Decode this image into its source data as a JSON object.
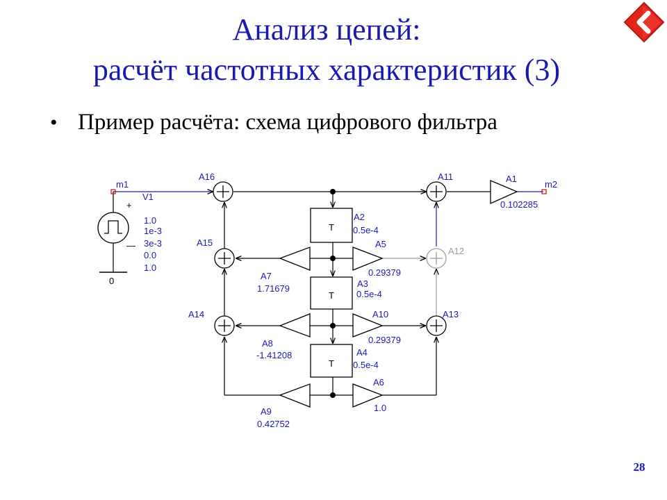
{
  "title": {
    "line1": "Анализ цепей:",
    "line2": "расчёт частотных характеристик (3)"
  },
  "bullet": {
    "glyph": "•",
    "text": "Пример расчёта: схема цифрового фильтра"
  },
  "page_number": "28",
  "back_button": {
    "icon": "chevron-left-icon",
    "color": "#e3241b"
  },
  "colors": {
    "title": "#1a1ab0",
    "wire_blue": "#1a1ab0",
    "node_red": "#cc1111",
    "faded": "#9a9a9a"
  },
  "circuit": {
    "nets": {
      "m1": "m1",
      "m2": "m2",
      "ground": "0"
    },
    "source": {
      "name": "V1",
      "params": [
        "1.0",
        "1e-3",
        "3e-3",
        "0.0",
        "1.0"
      ]
    },
    "adders": {
      "A16": "A16",
      "A15": "A15",
      "A14": "A14",
      "A11": "A11",
      "A12": "A12",
      "A13": "A13"
    },
    "delays": [
      {
        "name": "A2",
        "value": "0.5e-4",
        "symbol": "T"
      },
      {
        "name": "A3",
        "value": "0.5e-4",
        "symbol": "T"
      },
      {
        "name": "A4",
        "value": "0.5e-4",
        "symbol": "T"
      }
    ],
    "amplifiers": {
      "A1": {
        "name": "A1",
        "value": "0.102285"
      },
      "A5": {
        "name": "A5",
        "value": "0.29379"
      },
      "A10": {
        "name": "A10",
        "value": "0.29379"
      },
      "A6": {
        "name": "A6",
        "value": "1.0"
      },
      "A7": {
        "name": "A7",
        "value": "1.71679"
      },
      "A8": {
        "name": "A8",
        "value": "-1.41208"
      },
      "A9": {
        "name": "A9",
        "value": "0.42752"
      }
    }
  }
}
